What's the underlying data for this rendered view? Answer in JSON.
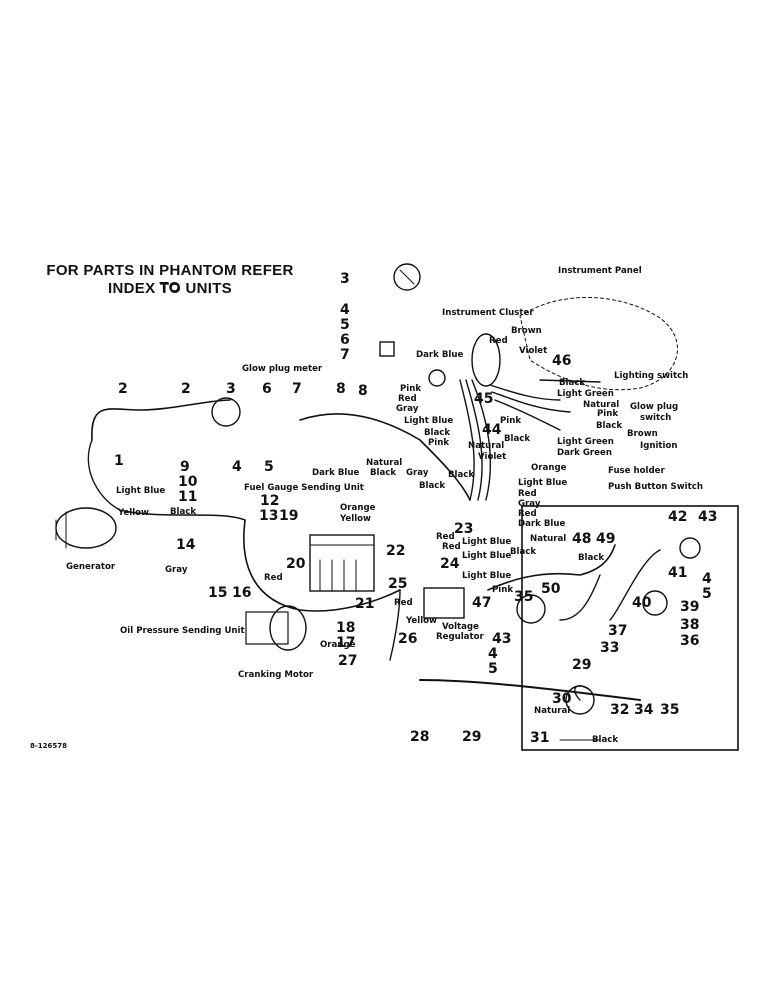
{
  "header": {
    "line1": "FOR PARTS IN PHANTOM REFER TO",
    "line2": "INDEX TO UNITS"
  },
  "plate_id": "8-126578",
  "labels": {
    "instrument_panel": "Instrument Panel",
    "instrument_cluster": "Instrument Cluster",
    "glow_plug_meter": "Glow plug meter",
    "lighting_switch": "Lighting switch",
    "glow_plug_switch_1": "Glow plug",
    "glow_plug_switch_2": "switch",
    "ignition": "Ignition",
    "fuse_holder": "Fuse holder",
    "push_button_switch": "Push Button Switch",
    "fuel_gauge": "Fuel Gauge Sending Unit",
    "generator": "Generator",
    "oil_pressure": "Oil Pressure Sending Unit",
    "cranking_motor": "Cranking Motor",
    "voltage_regulator_1": "Voltage",
    "voltage_regulator_2": "Regulator"
  },
  "wires": {
    "brown_top": "Brown",
    "red_top": "Red",
    "violet_top": "Violet",
    "dark_blue_top": "Dark Blue",
    "pink_l": "Pink",
    "red_l": "Red",
    "gray_l": "Gray",
    "light_blue_l": "Light Blue",
    "black_l": "Black",
    "pink_l2": "Pink",
    "black_r1": "Black",
    "light_green_r1": "Light Green",
    "natural_r": "Natural",
    "pink_r": "Pink",
    "black_r2": "Black",
    "brown_r": "Brown",
    "pink_m": "Pink",
    "black_m": "Black",
    "light_green_r2": "Light Green",
    "dark_green_r": "Dark Green",
    "natural_m": "Natural",
    "violet_m": "Violet",
    "orange_m": "Orange",
    "light_blue_h": "Light Blue",
    "red_h": "Red",
    "gray_h": "Gray",
    "red_h2": "Red",
    "dark_blue_h": "Dark Blue",
    "natural_c": "Natural",
    "black_c": "Black",
    "dark_blue_c": "Dark Blue",
    "gray_c": "Gray",
    "black_c2": "Black",
    "orange_c": "Orange",
    "yellow_c": "Yellow",
    "black_c3": "Black",
    "red_c": "Red",
    "red_c2": "Red",
    "light_blue_c": "Light Blue",
    "light_blue_c2": "Light Blue",
    "red_v": "Red",
    "yellow_v": "Yellow",
    "light_blue_g": "Light Blue",
    "yellow_g": "Yellow",
    "black_g": "Black",
    "gray_g": "Gray",
    "red_g": "Red",
    "orange_g": "Orange",
    "natural_b": "Natural",
    "black_b": "Black",
    "black_b2": "Black",
    "pink_b": "Pink",
    "natural_i": "Natural",
    "black_i": "Black"
  },
  "numbers": {
    "n3a": "3",
    "n4a": "4",
    "n5a": "5",
    "n6a": "6",
    "n7a": "7",
    "n8a": "8",
    "n2a": "2",
    "n2b": "2",
    "n3b": "3",
    "n6b": "6",
    "n7b": "7",
    "n8b": "8",
    "n1": "1",
    "n9": "9",
    "n10": "10",
    "n11": "11",
    "n4b": "4",
    "n5b": "5",
    "n12": "12",
    "n13": "13",
    "n14": "14",
    "n15": "15",
    "n16": "16",
    "n17": "17",
    "n18": "18",
    "n19": "19",
    "n20": "20",
    "n21": "21",
    "n22": "22",
    "n23": "23",
    "n24": "24",
    "n25": "25",
    "n26": "26",
    "n27": "27",
    "n28": "28",
    "n29a": "29",
    "n44": "44",
    "n45": "45",
    "n46": "46",
    "n47": "47",
    "n48": "48",
    "n49": "49",
    "n35a": "35",
    "n50": "50",
    "n43a": "43",
    "n4c": "4",
    "n5c": "5",
    "n42": "42",
    "n43b": "43",
    "n41": "41",
    "n4d": "4",
    "n5d": "5",
    "n40": "40",
    "n39": "39",
    "n38": "38",
    "n37": "37",
    "n36": "36",
    "n33": "33",
    "n29b": "29",
    "n30": "30",
    "n32": "32",
    "n34": "34",
    "n35b": "35",
    "n31": "31"
  }
}
